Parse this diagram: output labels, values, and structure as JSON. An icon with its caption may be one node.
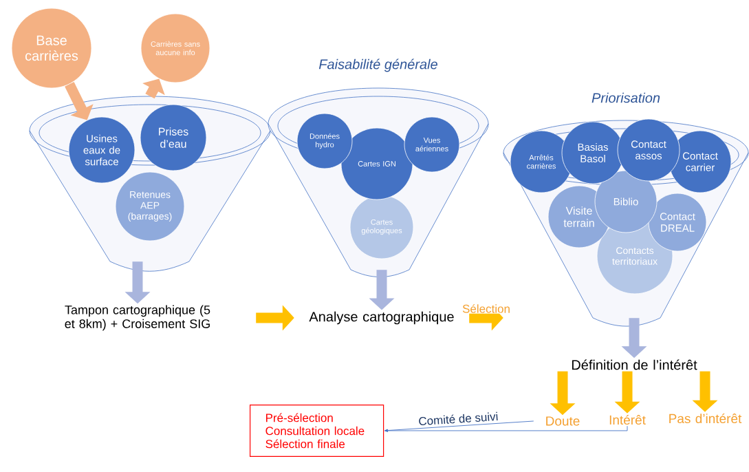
{
  "diagram": {
    "nodes": [
      {
        "text": [
          "Base carrières"
        ]
      },
      {
        "text": [
          "Carrières sans aucune info"
        ]
      },
      {
        "text": [],
        "shape": "funnel"
      },
      {
        "text": [
          "Usines eaux de surface"
        ],
        "in": 2
      },
      {
        "text": [
          "Prises d’eau"
        ],
        "in": 2
      },
      {
        "text": [
          "Retenues AEP (barrages)"
        ],
        "in": 2
      },
      {
        "text": [
          "Faisabilité générale"
        ]
      },
      {
        "text": [
          "Données hydro"
        ],
        "in": 6
      },
      {
        "text": [
          "Cartes IGN"
        ],
        "in": 6
      },
      {
        "text": [
          "Vues aériennes"
        ],
        "in": 6
      },
      {
        "text": [
          "Cartes géologiques"
        ],
        "in": 6
      },
      {
        "text": [
          "Priorisation"
        ]
      },
      {
        "text": [
          "Arrêtés carrières"
        ],
        "in": 11
      },
      {
        "text": [
          "Basias Basol"
        ],
        "in": 11
      },
      {
        "text": [
          "Contact assos"
        ],
        "in": 11
      },
      {
        "text": [
          "Contact carrier"
        ],
        "in": 11
      },
      {
        "text": [
          "Visite terrain"
        ],
        "in": 11
      },
      {
        "text": [
          "Biblio"
        ],
        "in": 11
      },
      {
        "text": [
          "Contact DREAL"
        ],
        "in": 11
      },
      {
        "text": [
          "Contacts territoriaux"
        ],
        "in": 11
      },
      {
        "text": [
          "Tampon cartographique (5 et 8km) + Croisement SIG"
        ]
      },
      {
        "text": [
          "Analyse cartographique"
        ]
      },
      {
        "text": [
          "Définition de l’intérêt"
        ]
      },
      {
        "text": [
          "Doute"
        ]
      },
      {
        "text": [
          "Intérêt"
        ]
      },
      {
        "text": [
          "Pas d’intérêt"
        ]
      },
      {
        "text": [
          "Pré-sélection",
          "Consultation locale",
          "Sélection finale"
        ]
      }
    ],
    "edges": [
      {
        "from": 0,
        "to": 3,
        "arrow": "to",
        "color": "#f4b183"
      },
      {
        "from": 2,
        "to": 1,
        "arrow": "to",
        "color": "#f4b183"
      },
      {
        "from": 2,
        "to": 20,
        "arrow": "to",
        "color": "#a9b5dd"
      },
      {
        "from": 6,
        "to": 21,
        "arrow": "to",
        "color": "#a9b5dd"
      },
      {
        "from": 11,
        "to": 22,
        "arrow": "to",
        "color": "#a9b5dd"
      },
      {
        "from": 20,
        "to": 21,
        "arrow": "to"
      },
      {
        "from": 21,
        "to": 11,
        "arrow": "to",
        "label": "Sélection"
      },
      {
        "from": 22,
        "to": 23,
        "arrow": "to"
      },
      {
        "from": 22,
        "to": 24,
        "arrow": "to"
      },
      {
        "from": 22,
        "to": 25,
        "arrow": "to"
      },
      {
        "from": 23,
        "to": 26,
        "arrow": "to",
        "color": "#4472c4",
        "label": "Comité de suivi"
      },
      {
        "from": 24,
        "to": 26,
        "arrow": "to",
        "color": "#4472c4"
      }
    ]
  }
}
